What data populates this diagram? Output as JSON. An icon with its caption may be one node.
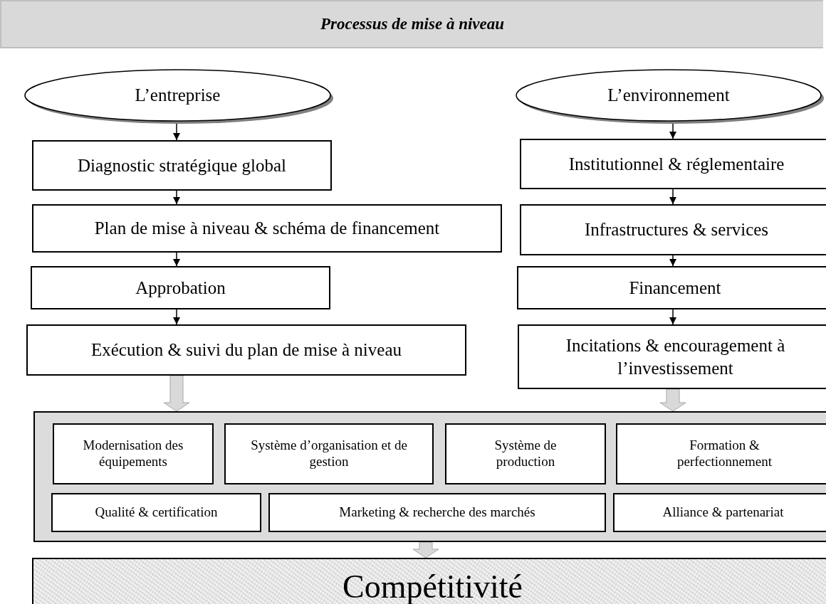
{
  "diagram": {
    "title": "Processus de mise à niveau",
    "nodes": [
      {
        "text": [
          "L’entreprise"
        ]
      },
      {
        "text": [
          "Diagnostic stratégique global"
        ]
      },
      {
        "text": [
          "Plan de mise à niveau & schéma de financement"
        ]
      },
      {
        "text": [
          "Approbation"
        ]
      },
      {
        "text": [
          "Exécution & suivi du plan de mise à niveau"
        ]
      },
      {
        "text": [
          "L’environnement"
        ]
      },
      {
        "text": [
          "Institutionnel & réglementaire"
        ]
      },
      {
        "text": [
          "Infrastructures & services"
        ]
      },
      {
        "text": [
          "Financement"
        ]
      },
      {
        "text": [
          "Incitations & encouragement à l’investissement"
        ]
      },
      {
        "text": [],
        "shape": "box"
      },
      {
        "text": [
          "Modernisation des équipements"
        ],
        "in": 10
      },
      {
        "text": [
          "Système d’organisation et de gestion"
        ],
        "in": 10
      },
      {
        "text": [
          "Système de production"
        ],
        "in": 10
      },
      {
        "text": [
          "Formation & perfectionnement"
        ],
        "in": 10
      },
      {
        "text": [
          "Qualité & certification"
        ],
        "in": 10
      },
      {
        "text": [
          "Marketing & recherche des marchés"
        ],
        "in": 10
      },
      {
        "text": [
          "Alliance & partenariat"
        ],
        "in": 10
      },
      {
        "text": [
          "Compétitivité"
        ]
      }
    ],
    "edges": [
      {
        "from": 0,
        "to": 1,
        "arrow": "to"
      },
      {
        "from": 1,
        "to": 2,
        "arrow": "to"
      },
      {
        "from": 2,
        "to": 3,
        "arrow": "to"
      },
      {
        "from": 3,
        "to": 4,
        "arrow": "to"
      },
      {
        "from": 5,
        "to": 6,
        "arrow": "to"
      },
      {
        "from": 6,
        "to": 7,
        "arrow": "to"
      },
      {
        "from": 7,
        "to": 8,
        "arrow": "to"
      },
      {
        "from": 8,
        "to": 9,
        "arrow": "to"
      },
      {
        "from": 4,
        "to": 10,
        "arrow": "to",
        "style": "thick",
        "color": "#d9d9d9"
      },
      {
        "from": 9,
        "to": 10,
        "arrow": "to",
        "style": "thick",
        "color": "#d9d9d9"
      },
      {
        "from": 10,
        "to": 18,
        "arrow": "to",
        "style": "thick",
        "color": "#d9d9d9"
      }
    ]
  }
}
